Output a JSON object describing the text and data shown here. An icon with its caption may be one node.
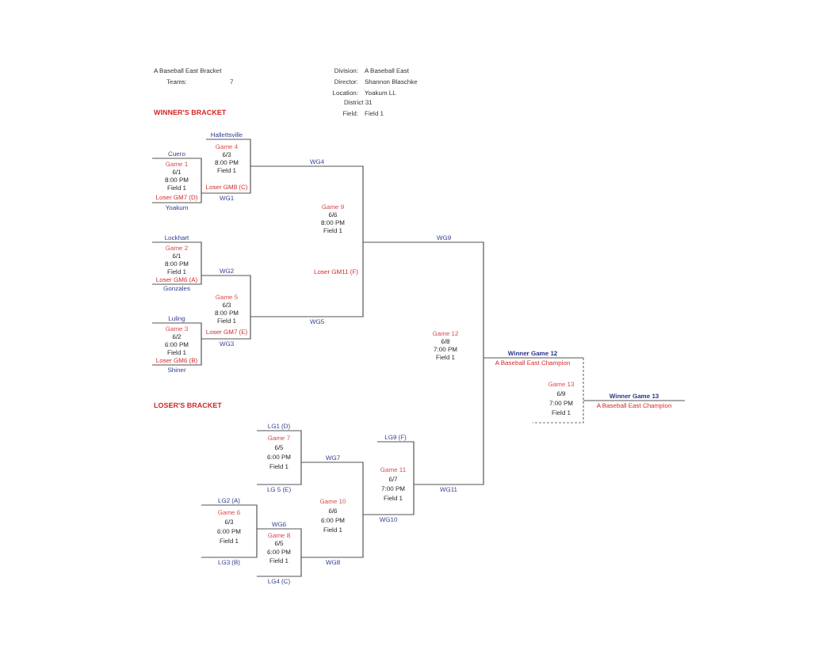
{
  "diagram": {
    "title": "A Baseball East Bracket",
    "labels": [
      "Teams:",
      "7",
      "Division:",
      "A Baseball East",
      "Director:",
      "Shannon Blaschke",
      "Location:",
      "Yoakum LL",
      "District 31",
      "Field:",
      "Field 1",
      "WINNER'S BRACKET",
      "Hallettsville",
      "Game 4",
      "6/3",
      "8:00 PM",
      "Field 1",
      "Cuero",
      "WG4",
      "Game 1",
      "6/1",
      "8:00 PM",
      "Loser GM8 (C)",
      "Field 1",
      "Loser GM7 (D)",
      "WG1",
      "Yoakum",
      "Game 9",
      "6/6",
      "8:00 PM",
      "Field 1",
      "Lockhart",
      "WG9",
      "Game 2",
      "6/1",
      "8:00 PM",
      "WG2",
      "Field 1",
      "Loser GM11 (F)",
      "Loser GM6 (A)",
      "Gonzales",
      "Game 5",
      "6/3",
      "8:00 PM",
      "Luling",
      "WG5",
      "Field 1",
      "Game 3",
      "Loser GM7 (E)",
      "6/2",
      "WG3",
      "6:00 PM",
      "Game 12",
      "6/8",
      "7:00 PM",
      "Field 1",
      "Winner Game 12",
      "Field 1",
      "Loser GM6 (B)",
      "A Baseball East Champion",
      "Shiner",
      "Game 13",
      "6/9",
      "Winner Game 13",
      "7:00 PM",
      "A Baseball East Champion",
      "LOSER'S BRACKET",
      "Field 1",
      "LG1 (D)",
      "LG9 (F)",
      "Game 7",
      "6/5",
      "6:00 PM",
      "WG7",
      "Field 1",
      "Game 11",
      "6/7",
      "LG 5 (E)",
      "7:00 PM",
      "WG11",
      "Field 1",
      "LG2 (A)",
      "Game 10",
      "6/6",
      "Game 6",
      "6:00 PM",
      "WG10",
      "6/3",
      "WG6",
      "Field 1",
      "6:00 PM",
      "Game 8",
      "Field 1",
      "6/5",
      "6:00 PM",
      "Field 1",
      "LG3 (B)",
      "WG8",
      "LG4 (C)"
    ]
  }
}
